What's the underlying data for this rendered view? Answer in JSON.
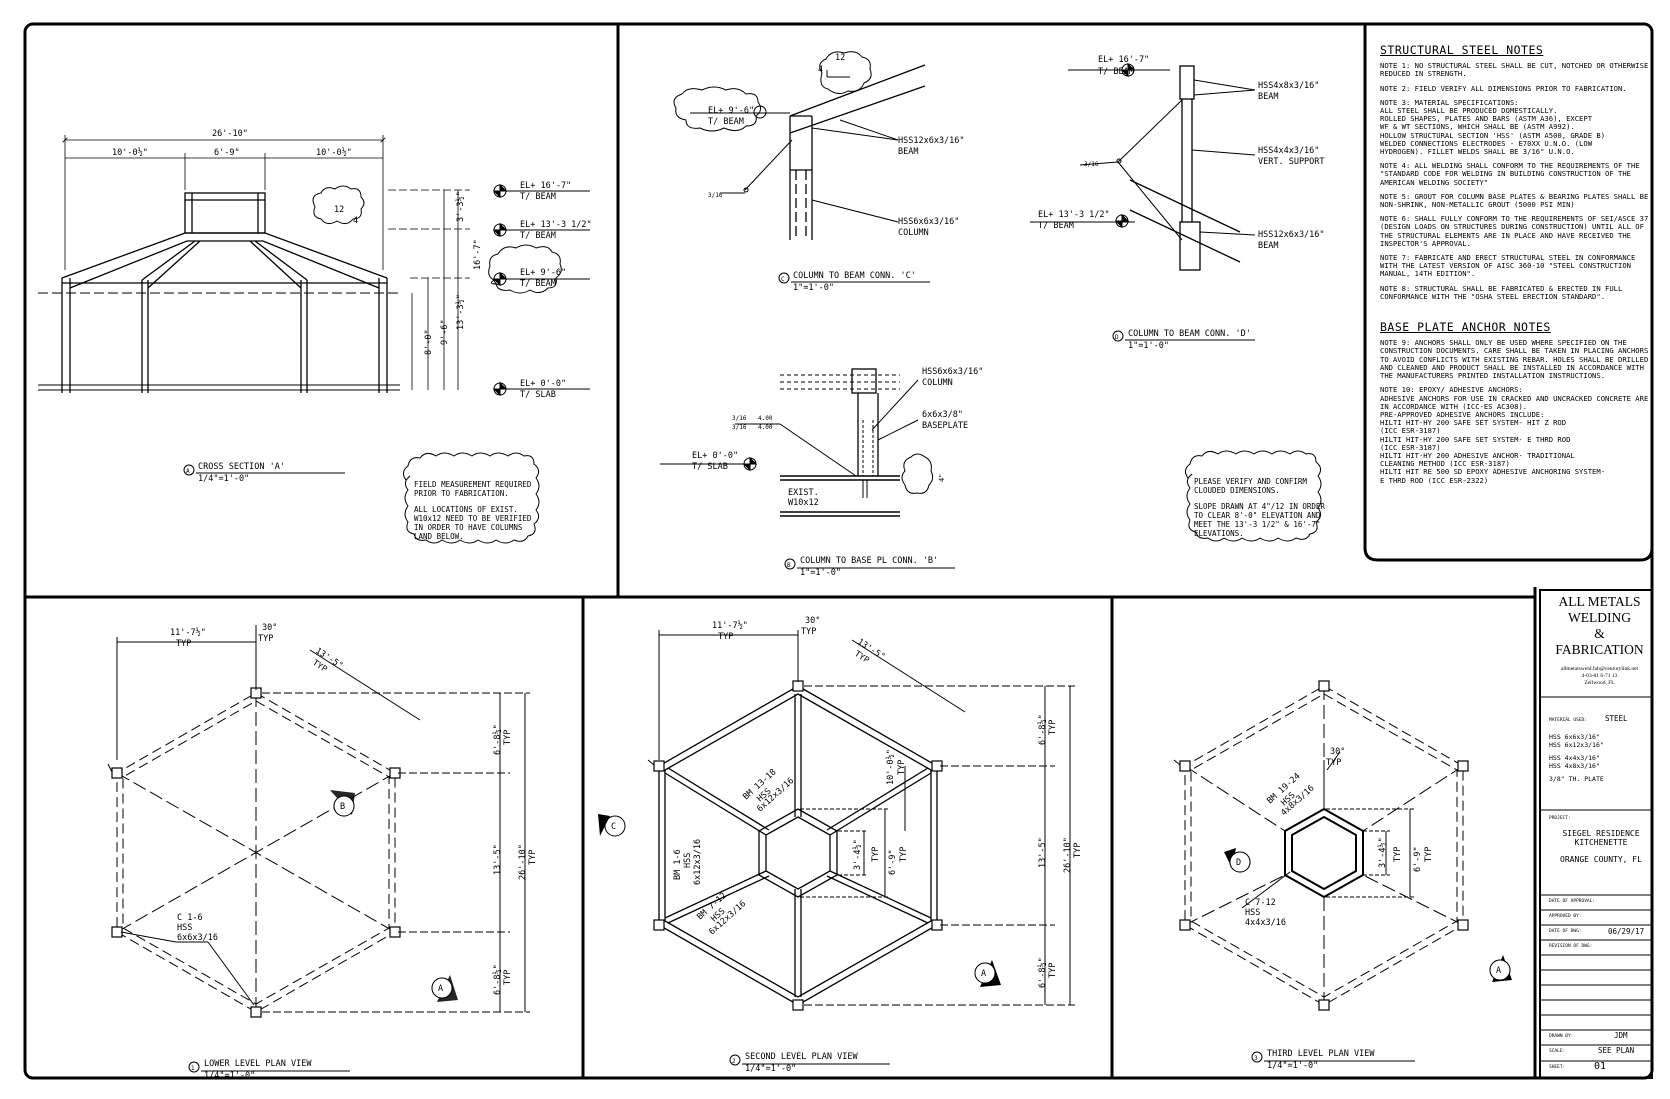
{
  "cross_section": {
    "dims": {
      "overall": "26'-10\"",
      "side_left": "10'-0½\"",
      "center": "6'-9\"",
      "side_right": "10'-0½\"",
      "d1": "3'-3½\"",
      "d2": "16'-7\"",
      "d3": "13'-3½\"",
      "d4": "9'-6\"",
      "d5": "8'-0\""
    },
    "slope": {
      "rise": "12",
      "run": "4"
    },
    "elevations": [
      {
        "el": "EL+ 16'-7\"",
        "ref": "T/ BEAM"
      },
      {
        "el": "EL+ 13'-3 1/2\"",
        "ref": "T/ BEAM"
      },
      {
        "el": "EL+ 9'-6\"",
        "ref": "T/ BEAM"
      },
      {
        "el": "EL+ 0'-0\"",
        "ref": "T/ SLAB"
      }
    ],
    "marker": "A",
    "title": "CROSS SECTION 'A'",
    "scale": "1/4\"=1'-0\"",
    "cloud_note": [
      "FIELD MEASUREMENT REQUIRED",
      "PRIOR TO FABRICATION.",
      "",
      "ALL LOCATIONS OF EXIST.",
      "W10x12 NEED TO BE VERIFIED",
      "IN ORDER TO HAVE COLUMNS",
      "LAND BELOW."
    ]
  },
  "detail_c": {
    "slope": {
      "rise": "12",
      "run": "4"
    },
    "elevation": {
      "el": "EL+ 9'-6\"",
      "ref": "T/ BEAM"
    },
    "labels": [
      "HSS12x6x3/16\"",
      "BEAM",
      "HSS6x6x3/16\"",
      "COLUMN"
    ],
    "weld": "3/16",
    "marker": "C",
    "title": "COLUMN TO BEAM CONN. 'C'",
    "scale": "1\"=1'-0\""
  },
  "detail_d": {
    "elevations": [
      {
        "el": "EL+ 16'-7\"",
        "ref": "T/ BEAM"
      },
      {
        "el": "EL+ 13'-3 1/2\"",
        "ref": "T/ BEAM"
      }
    ],
    "labels": [
      "HSS4x8x3/16\"",
      "BEAM",
      "HSS4x4x3/16\"",
      "VERT. SUPPORT",
      "HSS12x6x3/16\"",
      "BEAM"
    ],
    "weld": "3/16",
    "marker": "D",
    "title": "COLUMN TO BEAM CONN. 'D'",
    "scale": "1\"=1'-0\""
  },
  "detail_b": {
    "elevation": {
      "el": "EL+ 0'-0\"",
      "ref": "T/ SLAB"
    },
    "labels": [
      "HSS6x6x3/16\"",
      "COLUMN",
      "6x6x3/8\"",
      "BASEPLATE",
      "EXIST.",
      "W10x12"
    ],
    "weld_rows": [
      {
        "size": "3/16",
        "len": "4.00"
      },
      {
        "size": "3/16",
        "len": "4.00"
      }
    ],
    "anchor_note": "4\"",
    "marker": "B",
    "title": "COLUMN TO BASE PL CONN. 'B'",
    "scale": "1\"=1'-0\""
  },
  "cloud_note2": [
    "PLEASE VERIFY AND CONFIRM",
    "CLOUDED DIMENSIONS.",
    "",
    "SLOPE DRAWN AT 4\"/12 IN ORDER",
    "TO CLEAR 8'-0\" ELEVATION AND",
    "MEET THE 13'-3 1/2\" & 16'-7\"",
    "ELEVATIONS."
  ],
  "notes": {
    "structural_title": "STRUCTURAL STEEL NOTES",
    "structural": [
      "NOTE 1: NO STRUCTURAL STEEL SHALL BE CUT, NOTCHED OR OTHERWISE REDUCED IN STRENGTH.",
      "NOTE 2: FIELD VERIFY ALL DIMENSIONS PRIOR TO FABRICATION.",
      "NOTE 3: MATERIAL SPECIFICATIONS:\nALL STEEL SHALL BE PRODUCED DOMESTICALLY.\nROLLED SHAPES, PLATES AND BARS (ASTM A36), EXCEPT\nWF & WT SECTIONS, WHICH SHALL BE (ASTM A992).\nHOLLOW STRUCTURAL SECTION 'HSS' (ASTM A500, GRADE B)\nWELDED CONNECTIONS ELECTRODES - E70XX U.N.O. (LOW\nHYDROGEN). FILLET WELDS SHALL BE 3/16\" U.N.O.",
      "NOTE 4: ALL WELDING SHALL CONFORM TO THE REQUIREMENTS OF THE \"STANDARD CODE FOR WELDING IN BUILDING CONSTRUCTION OF THE AMERICAN WELDING SOCIETY\"",
      "NOTE 5: GROUT FOR COLUMN BASE PLATES & BEARING PLATES SHALL BE NON-SHRINK, NON-METALLIC GROUT (5000 PSI MIN)",
      "NOTE 6: SHALL FULLY CONFORM TO THE REQUIREMENTS OF SEI/ASCE 37 (DESIGN LOADS ON STRUCTURES DURING CONSTRUCTION) UNTIL ALL OF THE STRUCTURAL ELEMENTS ARE IN PLACE AND HAVE RECEIVED THE INSPECTOR'S APPROVAL.",
      "NOTE 7: FABRICATE AND ERECT STRUCTURAL STEEL IN CONFORMANCE  WITH THE LATEST VERSION OF AISC 360-10 \"STEEL CONSTRUCTION MANUAL, 14TH EDITION\".",
      "NOTE 8: STRUCTURAL SHALL BE FABRICATED & ERECTED IN FULL CONFORMANCE WITH THE \"OSHA STEEL ERECTION STANDARD\"."
    ],
    "anchor_title": "BASE PLATE ANCHOR NOTES",
    "anchor": [
      "NOTE 9: ANCHORS SHALL ONLY BE USED WHERE SPECIFIED ON THE CONSTRUCTION DOCUMENTS.  CARE SHALL BE TAKEN IN PLACING ANCHORS TO AVOID CONFLICTS WITH EXISTING REBAR. HOLES SHALL BE DRILLED AND CLEANED AND PRODUCT SHALL BE INSTALLED IN ACCORDANCE WITH THE MANUFACTURERS PRINTED INSTALLATION INSTRUCTIONS.",
      "NOTE 10: EPOXY/ ADHESIVE ANCHORS:\nADHESIVE ANCHORS FOR USE IN CRACKED AND UNCRACKED CONCRETE ARE IN ACCORDANCE WITH (ICC-ES AC308).\nPRE-APPROVED ADHESIVE ANCHORS INCLUDE:\nHILTI HIT-HY 200 SAFE SET SYSTEM- HIT Z ROD\n   (ICC ESR-3187)\nHILTI HIT-HY 200 SAFE SET SYSTEM- E THRD ROD\n   (ICC ESR-3187)\nHILTI HIT-HY 200 ADHESIVE ANCHOR- TRADITIONAL\n   CLEANING METHOD (ICC ESR-3187)\nHILTI HIT RE 500 SD EPOXY ADHESIVE ANCHORING SYSTEM-\n   E THRD ROD (ICC ESR-2322)"
    ]
  },
  "title_block": {
    "company": [
      "ALL METALS",
      "WELDING",
      "&",
      "FABRICATION"
    ],
    "contact": [
      "allmetalsweld.fab@centurylink.net",
      "4-03-81 6-71 13",
      "Zellwood, FL"
    ],
    "material_label": "MATERIAL USED:",
    "material_value": "STEEL",
    "materials": [
      "HSS 6x6x3/16\"",
      "HSS 6x12x3/16\"",
      "",
      "HSS 4x4x3/16\"",
      "HSS 4x8x3/16\"",
      "",
      "3/8\" TH. PLATE"
    ],
    "project_label": "PROJECT:",
    "project": [
      "SIEGEL RESIDENCE",
      "KITCHENETTE",
      "",
      "ORANGE COUNTY, FL"
    ],
    "approval_label": "DATE OF APPROVAL:",
    "approved_label": "APPROVED BY:",
    "dwg_date_label": "DATE OF DWG:",
    "dwg_date": "06/29/17",
    "revision_label": "REVISION OF DWG:",
    "drawn_label": "DRAWN BY:",
    "drawn": "JDM",
    "scale_label": "SCALE:",
    "scale": "SEE PLAN",
    "sheet_label": "SHEET:",
    "sheet": "01"
  },
  "plan1": {
    "dims": {
      "side": "11'-7½\"",
      "side_typ": "TYP",
      "angle": "30°",
      "angle_typ": "TYP",
      "diag": "13'-5\"",
      "diag_typ": "TYP",
      "v1": "6'-8½\"",
      "v1_typ": "TYP",
      "v2": "13'-5\"",
      "v3": "26'-10\"",
      "v3_typ": "TYP",
      "v4": "6'-8½\"",
      "v4_typ": "TYP"
    },
    "callout": [
      "C 1-6",
      "HSS",
      "6x6x3/16"
    ],
    "markers": [
      "B",
      "A"
    ],
    "number": "1",
    "title": "LOWER LEVEL PLAN VIEW",
    "scale": "1/4\"=1'-0\""
  },
  "plan2": {
    "dims": {
      "side": "11'-7½\"",
      "side_typ": "TYP",
      "angle": "30°",
      "angle_typ": "TYP",
      "diag": "13'-5\"",
      "diag_typ": "TYP",
      "v1": "6'-8½\"",
      "v1_typ": "TYP",
      "v2": "13'-5\"",
      "v3": "26'-10\"",
      "v3_typ": "TYP",
      "v4": "6'-8½\"",
      "v4_typ": "TYP",
      "inner1": "10'-0½\"",
      "inner1_typ": "TYP",
      "inner2": "3'-4½\"",
      "inner2_typ": "TYP",
      "inner3": "6'-9\"",
      "inner3_typ": "TYP"
    },
    "callouts": [
      [
        "BM 13-18",
        "HSS",
        "6x12x3/16"
      ],
      [
        "BM 1-6",
        "HSS",
        "6x12x3/16"
      ],
      [
        "BM 7-12",
        "HSS",
        "6x12x3/16"
      ]
    ],
    "markers": [
      "C",
      "A"
    ],
    "number": "2",
    "title": "SECOND LEVEL PLAN VIEW",
    "scale": "1/4\"=1'-0\""
  },
  "plan3": {
    "dims": {
      "angle": "30°",
      "angle_typ": "TYP",
      "inner2": "3'-4½\"",
      "inner2_typ": "TYP",
      "inner3": "6'-9\"",
      "inner3_typ": "TYP"
    },
    "callouts": [
      [
        "BM 19-24",
        "HSS",
        "4x8x3/16"
      ],
      [
        "C 7-12",
        "HSS",
        "4x4x3/16"
      ]
    ],
    "markers": [
      "D",
      "A"
    ],
    "number": "3",
    "title": "THIRD LEVEL PLAN VIEW",
    "scale": "1/4\"=1'-0\""
  }
}
